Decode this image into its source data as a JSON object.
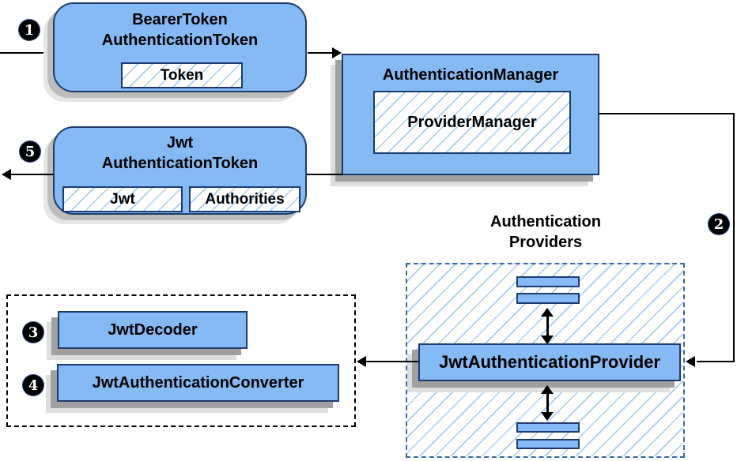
{
  "nodes": {
    "bearer_token": {
      "line1": "BearerToken",
      "line2": "AuthenticationToken",
      "chip": "Token"
    },
    "authentication_manager": {
      "title": "AuthenticationManager",
      "chip": "ProviderManager"
    },
    "jwt_authentication_token": {
      "line1": "Jwt",
      "line2": "AuthenticationToken",
      "chip_jwt": "Jwt",
      "chip_authorities": "Authorities"
    },
    "jwt_authentication_provider": {
      "title": "JwtAuthenticationProvider"
    },
    "jwt_decoder": {
      "title": "JwtDecoder"
    },
    "jwt_authentication_converter": {
      "title": "JwtAuthenticationConverter"
    }
  },
  "labels": {
    "providers_line1": "Authentication",
    "providers_line2": "Providers"
  },
  "steps": {
    "s1": "1",
    "s2": "2",
    "s3": "3",
    "s4": "4",
    "s5": "5"
  },
  "colors": {
    "node_fill": "#85baf5",
    "node_border": "#1d3c6d",
    "chip_fill": "#ffffff",
    "hatch_line": "#a9ccf1",
    "providers_dash": "#3d68a8",
    "decoders_dash": "#000000",
    "shadow_dark": "#a0a0a0",
    "shadow_light": "#dedede",
    "arrow": "#000000",
    "badge_bg": "#000000",
    "badge_fg": "#ffffff",
    "bg": "#ffffff"
  }
}
